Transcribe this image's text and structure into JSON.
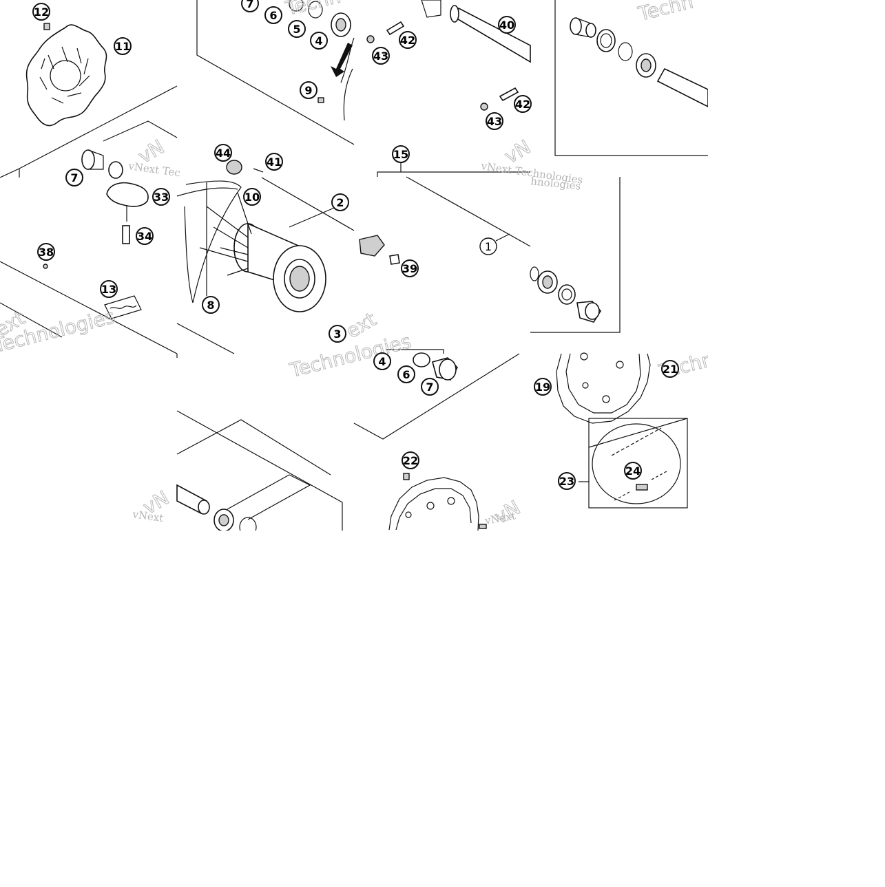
{
  "watermark": {
    "company": "vNext Technologies",
    "short": "vNext",
    "word": "Technologies",
    "fragment_tech": "Techn",
    "fragment_tec": "vNext Tec",
    "fragment_nologies": "hnologies",
    "fragment_ext": "ext",
    "fragment_technolog": "Technologies",
    "fragment_vn": "vN"
  },
  "callouts": {
    "c12": "12",
    "c11": "11",
    "c7a": "7",
    "c6a": "6",
    "c5a": "5",
    "c4a": "4",
    "c9": "9",
    "c40": "40",
    "c42a": "42",
    "c43a": "43",
    "c42b": "42",
    "c43b": "43",
    "c44": "44",
    "c41": "41",
    "c15": "15",
    "c33": "33",
    "c10": "10",
    "c2": "2",
    "c34": "34",
    "c1": "1",
    "c38": "38",
    "c39": "39",
    "c13": "13",
    "c8": "8",
    "c3": "3",
    "c4b": "4",
    "c6b": "6",
    "c7b": "7",
    "c21": "21",
    "c19": "19",
    "c22": "22",
    "c24": "24",
    "c23": "23",
    "c7c": "7"
  }
}
